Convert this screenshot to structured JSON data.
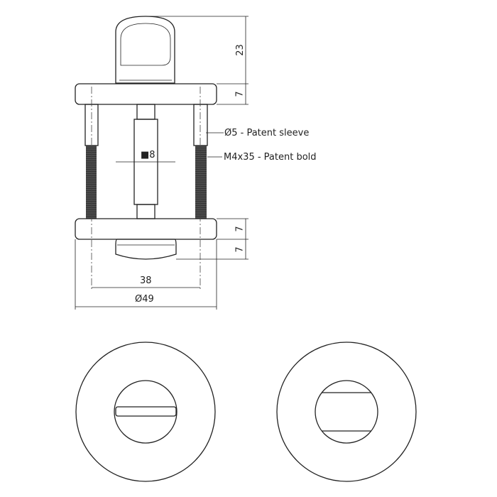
{
  "dimensions": {
    "thumb_height": "23",
    "top_plate_height": "7",
    "bottom_plate_height": "7",
    "knob_height": "7",
    "sleeve": "Ø5 - Patent sleeve",
    "bolt": "M4x35 - Patent bold",
    "spindle": "■8",
    "screw_spacing": "38",
    "diameter": "Ø49"
  },
  "colors": {
    "line": "#222222",
    "background": "#ffffff"
  }
}
